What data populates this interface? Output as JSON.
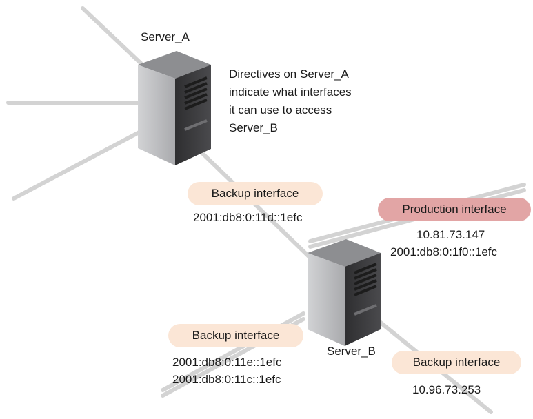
{
  "colors": {
    "line": "#d3d3d3",
    "backup_pill": "#fbe6d6",
    "production_pill": "#e2a5a5",
    "server_front": "#bcbdc0",
    "server_side": "#3b3b3d",
    "server_top": "#8d8e91"
  },
  "icons": {
    "server": "server-tower-icon"
  },
  "servers": {
    "a": {
      "label": "Server_A"
    },
    "b": {
      "label": "Server_B"
    }
  },
  "note": {
    "lines": [
      "Directives on Server_A",
      "indicate what interfaces",
      "it can use to access",
      "Server_B"
    ]
  },
  "interfaces": {
    "a_backup": {
      "label": "Backup interface",
      "addresses": [
        "2001:db8:0:11d::1efc"
      ]
    },
    "b_production": {
      "label": "Production interface",
      "addresses": [
        "10.81.73.147",
        "2001:db8:0:1f0::1efc"
      ]
    },
    "b_backup_left": {
      "label": "Backup interface",
      "addresses": [
        "2001:db8:0:11e::1efc",
        "2001:db8:0:11c::1efc"
      ]
    },
    "b_backup_right": {
      "label": "Backup interface",
      "addresses": [
        "10.96.73.253"
      ]
    }
  }
}
